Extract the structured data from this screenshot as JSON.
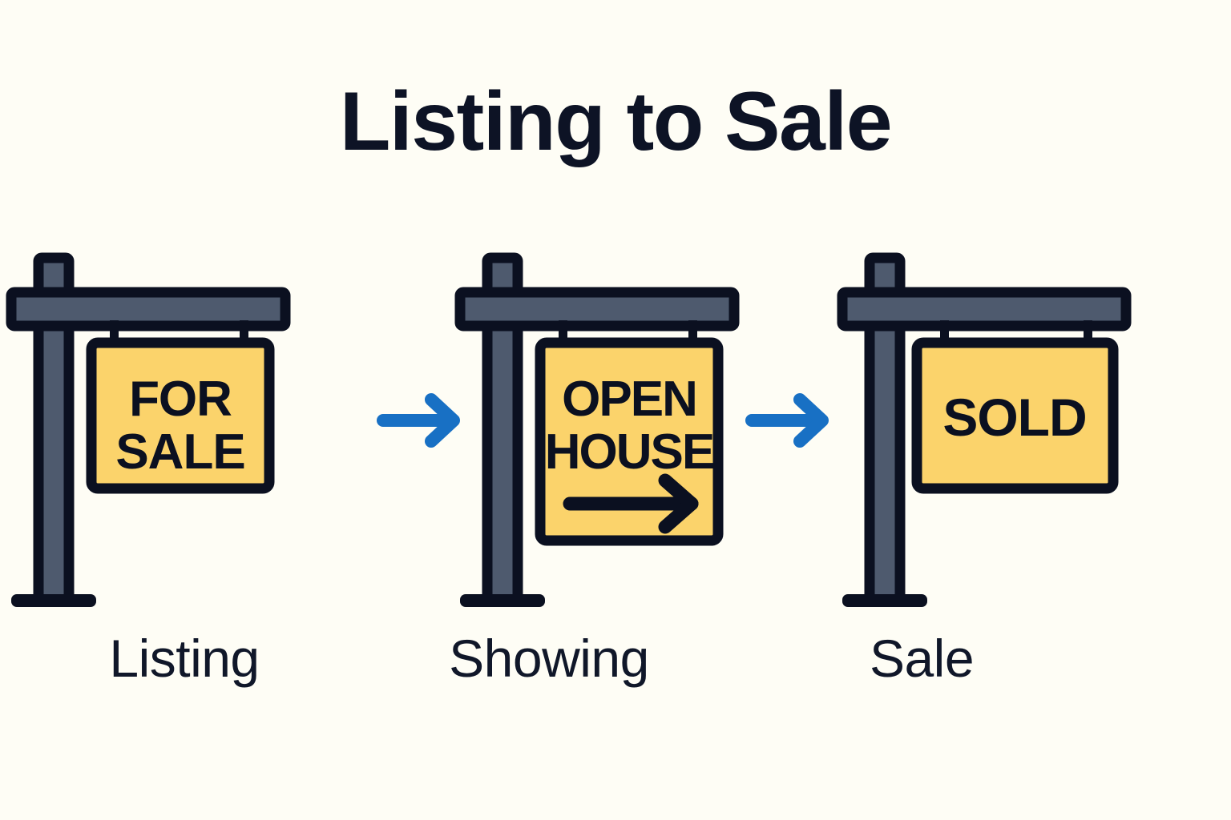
{
  "page": {
    "title": "Listing to Sale",
    "background_color": "#FEFDF5"
  },
  "colors": {
    "ink": "#0B1020",
    "title_text": "#0D1325",
    "label_text": "#101729",
    "post_fill": "#4E5A6E",
    "sign_fill": "#FBD36B",
    "arrow_blue": "#1870C4",
    "background": "#FEFDF5"
  },
  "steps": [
    {
      "id": "listing",
      "label": "Listing",
      "sign_kind": "for-sale-sign",
      "sign_lines": [
        "FOR",
        "SALE"
      ],
      "has_direction_arrow": false
    },
    {
      "id": "showing",
      "label": "Showing",
      "sign_kind": "open-house-sign",
      "sign_lines": [
        "OPEN",
        "HOUSE"
      ],
      "has_direction_arrow": true
    },
    {
      "id": "sale",
      "label": "Sale",
      "sign_kind": "sold-sign",
      "sign_lines": [
        "SOLD"
      ],
      "has_direction_arrow": false
    }
  ],
  "connectors": [
    {
      "id": "listing-to-showing",
      "icon": "arrow-right-icon"
    },
    {
      "id": "showing-to-sale",
      "icon": "arrow-right-icon"
    }
  ]
}
